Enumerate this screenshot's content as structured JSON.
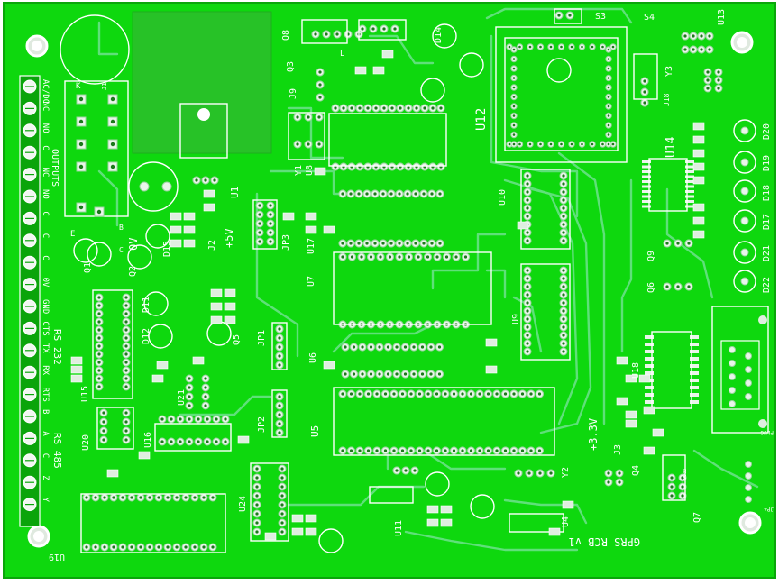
{
  "board": {
    "title": "GPRS RCB v1",
    "colors": {
      "mask": "#0ed80e",
      "mask_dark": "#08b808",
      "copper_pour": "#27c227",
      "silk": "#ffffff",
      "pad": "#e9f5ea"
    }
  },
  "terminal_labels_top": [
    "AC/DC",
    "NC",
    "NO",
    "C",
    "NC",
    "NO",
    "C",
    "C",
    "C",
    "0V"
  ],
  "terminal_labels_bottom": [
    "GND",
    "CTS",
    "TX",
    "RX",
    "RTS",
    "B",
    "A",
    "C",
    "Z",
    "Y"
  ],
  "block_labels": {
    "outputs": "OUTPUTS",
    "rs232": "RS 232",
    "rs485": "RS 485"
  },
  "power_labels": {
    "plus5": "+5V",
    "zero": "0V",
    "plus33": "+3.3V"
  },
  "ic_labels": {
    "u1": "U1",
    "u5": "U5",
    "u6": "U6",
    "u7": "U7",
    "u8": "U8",
    "u9": "U9",
    "u10": "U10",
    "u11": "U11",
    "u12": "U12",
    "u13": "U13",
    "u14": "U14",
    "u15": "U15",
    "u16": "U16",
    "u17": "U17",
    "u18": "U18",
    "u19": "U19",
    "u20": "U20",
    "u21": "U21",
    "u24": "U24",
    "u4": "U4"
  },
  "transistor_labels": {
    "q1": "Q1",
    "q2": "Q2",
    "q3": "Q3",
    "q4": "Q4",
    "q5": "Q5",
    "q6": "Q6",
    "q7": "Q7",
    "q8": "Q8",
    "q9": "Q9"
  },
  "connector_labels": {
    "j1": "J1",
    "j2": "J2",
    "j3": "J3",
    "j9": "J9",
    "j18": "J18",
    "jp1": "JP1",
    "jp2": "JP2",
    "jp3": "JP3",
    "jp4": "JP4",
    "plug": "PLUG",
    "s3": "S3",
    "s4": "S4",
    "y1": "Y1",
    "y2": "Y2",
    "y3": "Y3",
    "k": "K"
  },
  "led_labels": {
    "d11": "D11",
    "d12": "D12",
    "d14": "D14",
    "d15": "D15",
    "d17": "D17",
    "d18": "D18",
    "d19": "D19",
    "d20": "D20",
    "d21": "D21",
    "d22": "D22"
  },
  "misc_labels": {
    "e": "E",
    "b": "B",
    "c": "C",
    "l": "L",
    "prog": "PROG"
  }
}
